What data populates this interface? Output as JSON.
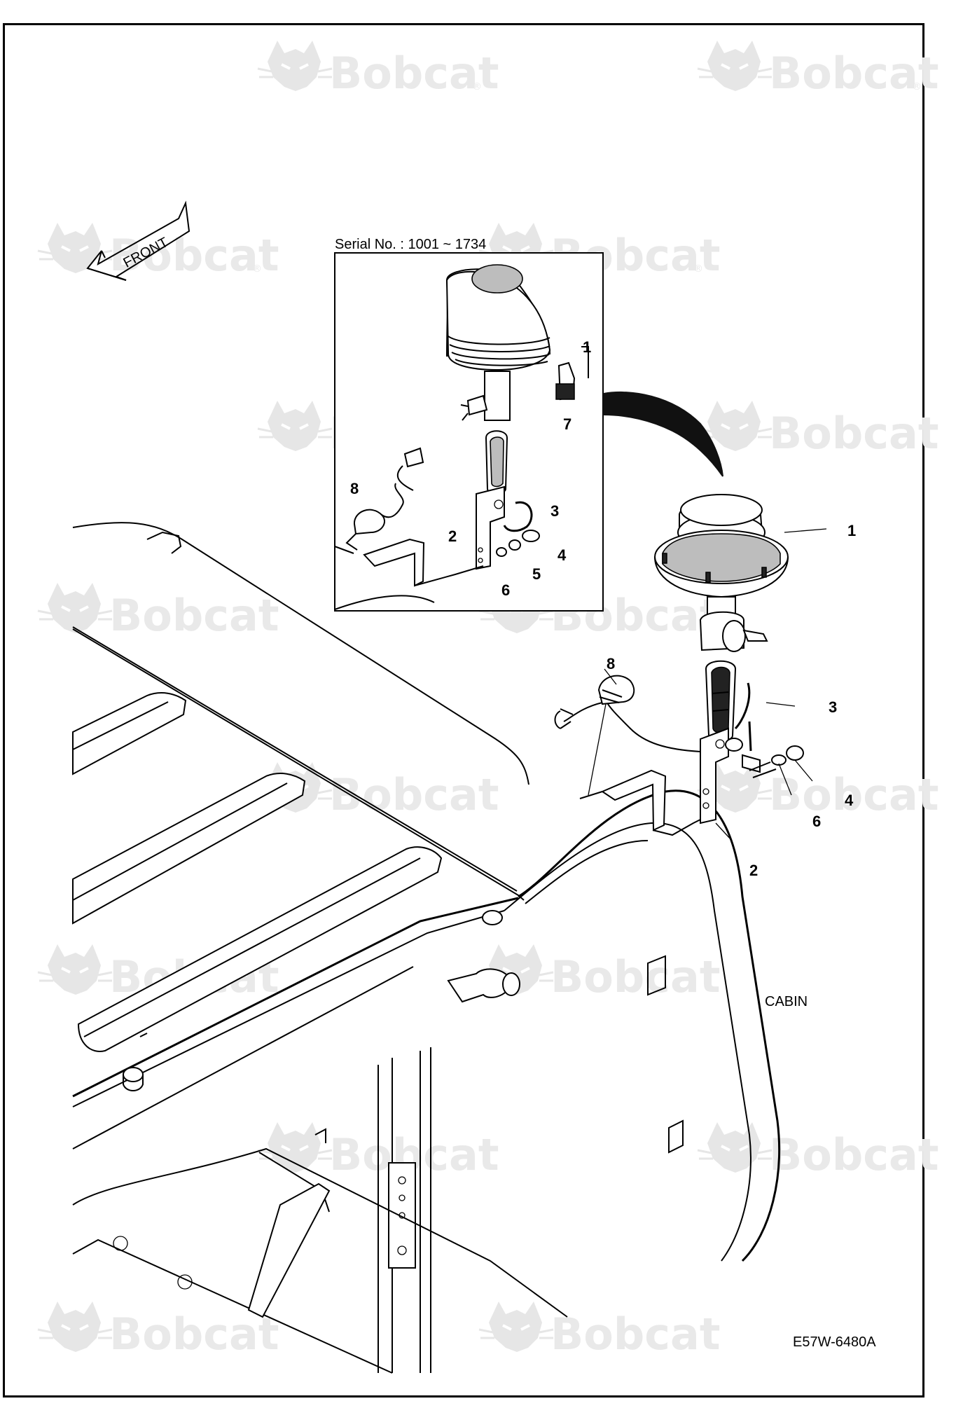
{
  "watermark": {
    "brand_text": "Bobcat",
    "registered_mark": "®"
  },
  "direction_arrow": {
    "label": "FRONT"
  },
  "inset": {
    "title": "Serial No. : 1001 ~ 1734"
  },
  "callouts": {
    "inset": {
      "c1": "1",
      "c2": "2",
      "c3": "3",
      "c4": "4",
      "c5": "5",
      "c6": "6",
      "c7": "7",
      "c8": "8"
    },
    "main": {
      "c1": "1",
      "c2": "2",
      "c3": "3",
      "c4": "4",
      "c6": "6",
      "c8": "8"
    }
  },
  "labels": {
    "cabin": "CABIN"
  },
  "figure_code": "E57W-6480A"
}
